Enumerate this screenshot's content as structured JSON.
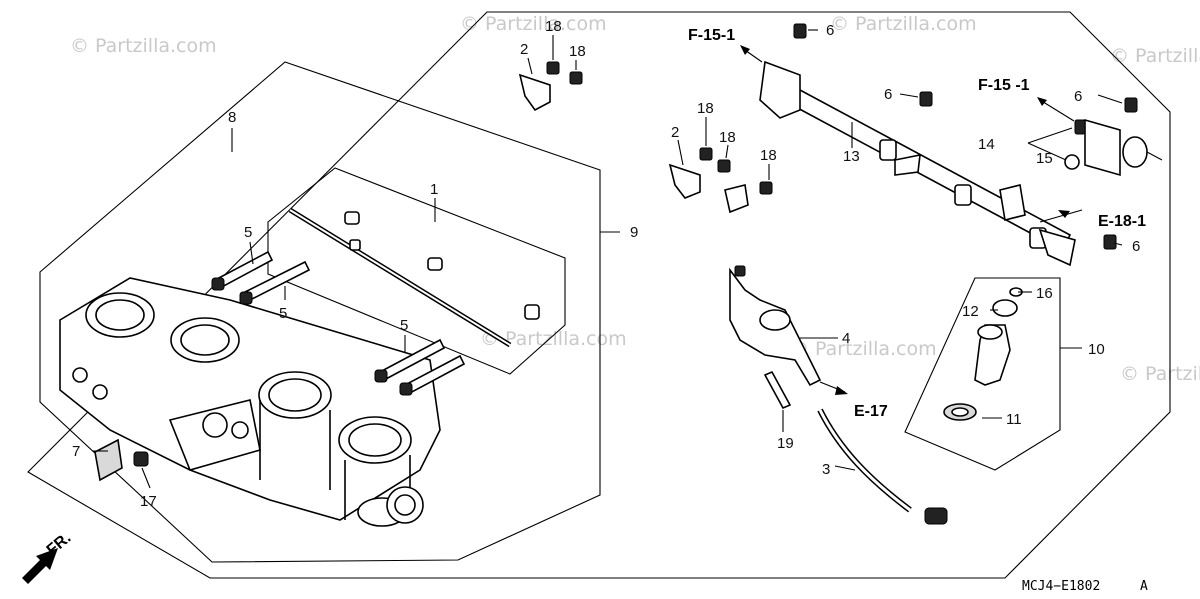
{
  "watermark": "© Partzilla.com",
  "diagram_code": "MCJ4−E1802",
  "diagram_code_suffix": "A",
  "front_label": "FR.",
  "callouts": {
    "c1": "1",
    "c2a": "2",
    "c2b": "2",
    "c3": "3",
    "c4": "4",
    "c5a": "5",
    "c5b": "5",
    "c5c": "5",
    "c6a": "6",
    "c6b": "6",
    "c6c": "6",
    "c6d": "6",
    "c7": "7",
    "c8": "8",
    "c9": "9",
    "c10": "10",
    "c11": "11",
    "c12": "12",
    "c13": "13",
    "c14": "14",
    "c15": "15",
    "c16": "16",
    "c17": "17",
    "c18a": "18",
    "c18b": "18",
    "c18c": "18",
    "c18d": "18",
    "c18e": "18",
    "c19": "19"
  },
  "refs": {
    "f151a": "F-15-1",
    "f151b": "F-15 -1",
    "e181": "E-18-1",
    "e17": "E-17"
  }
}
